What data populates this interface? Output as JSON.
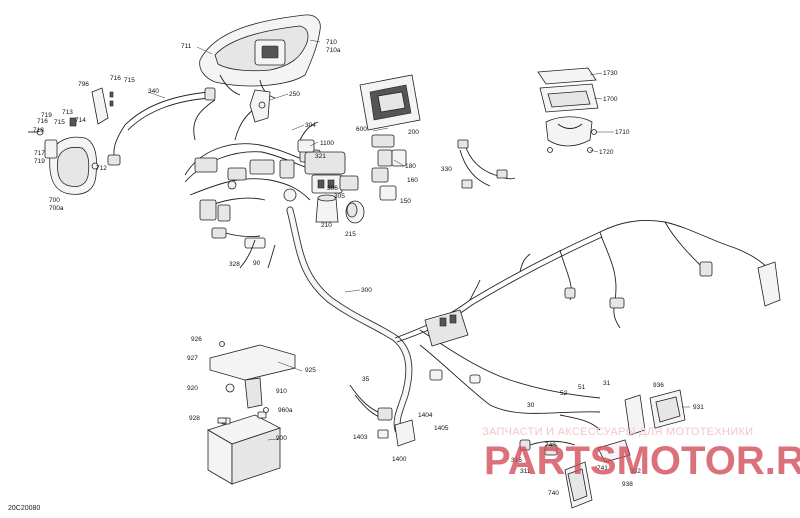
{
  "diagram": {
    "code": "20C20080",
    "labels": [
      {
        "id": "711",
        "text": "711"
      },
      {
        "id": "710",
        "text": "710"
      },
      {
        "id": "710a",
        "text": "710a"
      },
      {
        "id": "796",
        "text": "796"
      },
      {
        "id": "716a",
        "text": "716"
      },
      {
        "id": "715a",
        "text": "715"
      },
      {
        "id": "340",
        "text": "340"
      },
      {
        "id": "250",
        "text": "250"
      },
      {
        "id": "304",
        "text": "304"
      },
      {
        "id": "719a",
        "text": "719"
      },
      {
        "id": "713",
        "text": "713"
      },
      {
        "id": "716b",
        "text": "716"
      },
      {
        "id": "715b",
        "text": "715"
      },
      {
        "id": "714",
        "text": "714"
      },
      {
        "id": "718",
        "text": "718"
      },
      {
        "id": "717",
        "text": "717"
      },
      {
        "id": "719b",
        "text": "719"
      },
      {
        "id": "712",
        "text": "712"
      },
      {
        "id": "700",
        "text": "700"
      },
      {
        "id": "700a",
        "text": "700a"
      },
      {
        "id": "1100",
        "text": "1100"
      },
      {
        "id": "321",
        "text": "321"
      },
      {
        "id": "306",
        "text": "306"
      },
      {
        "id": "305",
        "text": "305"
      },
      {
        "id": "210",
        "text": "210"
      },
      {
        "id": "215",
        "text": "215"
      },
      {
        "id": "328",
        "text": "328"
      },
      {
        "id": "90",
        "text": "90"
      },
      {
        "id": "300",
        "text": "300"
      },
      {
        "id": "600",
        "text": "600"
      },
      {
        "id": "200",
        "text": "200"
      },
      {
        "id": "180",
        "text": "180"
      },
      {
        "id": "160",
        "text": "160"
      },
      {
        "id": "150",
        "text": "150"
      },
      {
        "id": "330",
        "text": "330"
      },
      {
        "id": "1730",
        "text": "1730"
      },
      {
        "id": "1700",
        "text": "1700"
      },
      {
        "id": "1710",
        "text": "1710"
      },
      {
        "id": "1720",
        "text": "1720"
      },
      {
        "id": "926",
        "text": "926"
      },
      {
        "id": "927",
        "text": "927"
      },
      {
        "id": "925",
        "text": "925"
      },
      {
        "id": "920",
        "text": "920"
      },
      {
        "id": "910",
        "text": "910"
      },
      {
        "id": "960a",
        "text": "960a"
      },
      {
        "id": "928",
        "text": "928"
      },
      {
        "id": "900",
        "text": "900"
      },
      {
        "id": "35",
        "text": "35"
      },
      {
        "id": "1404",
        "text": "1404"
      },
      {
        "id": "1405",
        "text": "1405"
      },
      {
        "id": "1403",
        "text": "1403"
      },
      {
        "id": "1400",
        "text": "1400"
      },
      {
        "id": "51",
        "text": "51"
      },
      {
        "id": "52",
        "text": "52"
      },
      {
        "id": "31",
        "text": "31"
      },
      {
        "id": "30",
        "text": "30"
      },
      {
        "id": "936",
        "text": "936"
      },
      {
        "id": "931",
        "text": "931"
      },
      {
        "id": "316",
        "text": "316"
      },
      {
        "id": "748",
        "text": "748"
      },
      {
        "id": "311",
        "text": "311"
      },
      {
        "id": "741",
        "text": "741"
      },
      {
        "id": "932",
        "text": "932"
      },
      {
        "id": "938",
        "text": "938"
      },
      {
        "id": "740",
        "text": "740"
      }
    ]
  },
  "watermark": {
    "subtitle": "ЗАПЧАСТИ И АКСЕССУАРЫ ДЛЯ МОТОТЕХНИКИ",
    "brand": "PARTSMOTOR.RU"
  },
  "colors": {
    "ink": "#222222",
    "watermark_red": "#d24a57",
    "watermark_pink": "#f2c6cc"
  }
}
